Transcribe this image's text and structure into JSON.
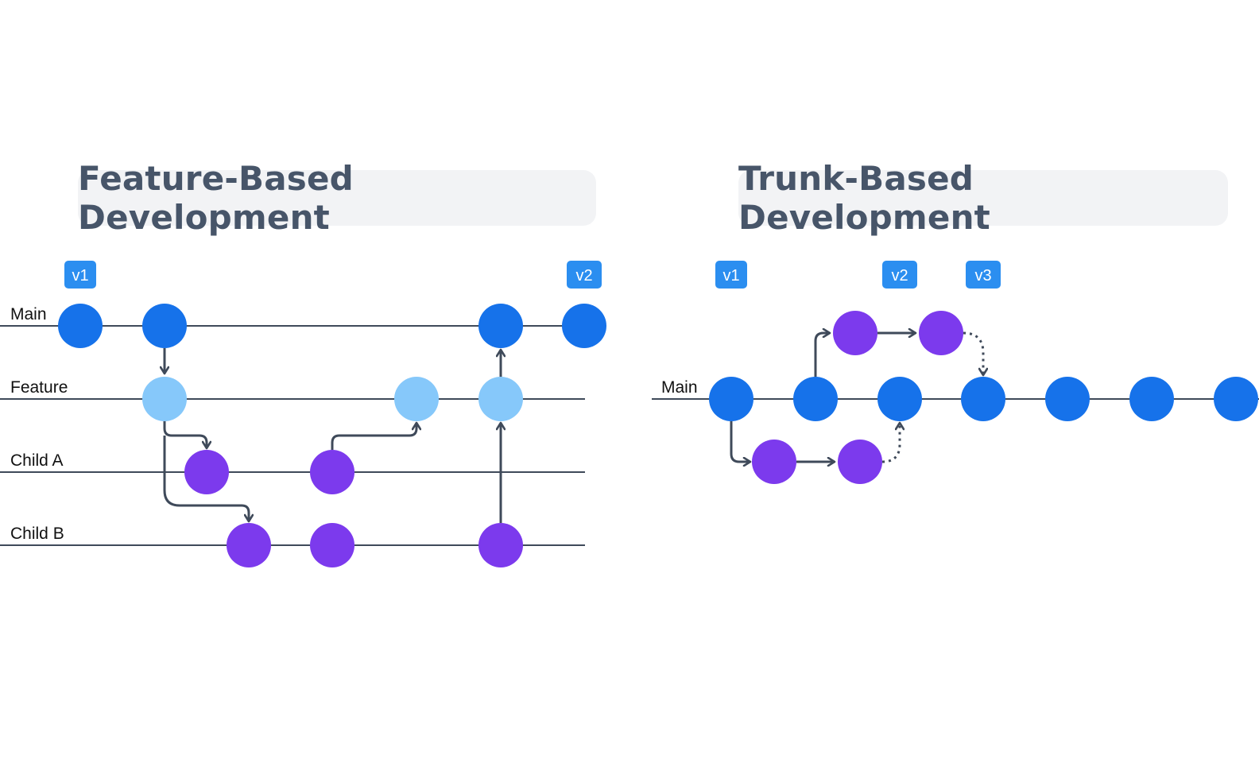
{
  "feature": {
    "title": "Feature-Based Development",
    "lanes": {
      "main": "Main",
      "feature": "Feature",
      "child_a": "Child A",
      "child_b": "Child B"
    },
    "tags": {
      "v1": "v1",
      "v2": "v2"
    }
  },
  "trunk": {
    "title": "Trunk-Based Development",
    "lanes": {
      "main": "Main"
    },
    "tags": {
      "v1": "v1",
      "v2": "v2",
      "v3": "v3"
    }
  },
  "colors": {
    "main_commit": "#1672ea",
    "feature_commit": "#86c8fa",
    "child_commit": "#7c3aed",
    "line": "#3f4a5a",
    "tag_bg": "#2b8ef0",
    "title_bg": "#f2f3f5",
    "title_text": "#475569"
  }
}
